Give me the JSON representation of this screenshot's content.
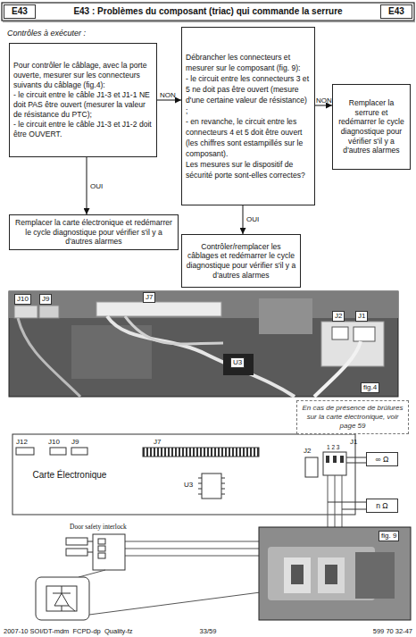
{
  "diagram": {
    "title": "E43 : Problèmes du composant (triac) qui commande la serrure",
    "nodes": [
      {
        "text": [
          "Pour contrôler le câblage, avec la porte ouverte, mesurer sur les connecteurs suivants du câblage (fig.4):",
          "- le circuit entre le câble J1-3 et J1-1 NE doit PAS être ouvert (mesurer la valeur de résistance du PTC);",
          "- le circuit entre le câble J1-3 et J1-2 doit être OUVERT."
        ]
      },
      {
        "text": [
          "Débrancher les connecteurs et mesurer sur le composant (fig. 9):",
          "- le circuit entre les connecteurs 3 et 5 ne doit pas être ouvert (mesure d'une certaine valeur de résistance) ;",
          "- en revanche, le circuit entre les connecteurs 4 et 5 doit être ouvert (les chiffres sont estampillés sur le composant).",
          "Les mesures sur le dispositif de sécurité porte sont-elles correctes?"
        ]
      },
      {
        "text": [
          "Remplacer la serrure et redémarrer le cycle diagnostique pour vérifier s'il y a d'autres alarmes"
        ]
      },
      {
        "text": [
          "Remplacer la carte électronique et redémarrer le cycle diagnostique pour vérifier s'il y a d'autres alarmes"
        ]
      },
      {
        "text": [
          "Contrôler/remplacer les câblages et redémarrer le cycle diagnostique pour vérifier s'il y a d'autres alarmes"
        ]
      },
      {
        "text": [
          "En cas de présence de brûlures sur la carte électronique, voir page 59"
        ]
      }
    ],
    "edges": [
      {
        "from": 0,
        "to": 1,
        "label": "NON",
        "arrow": "to"
      },
      {
        "from": 0,
        "to": 3,
        "label": "OUI",
        "arrow": "to"
      },
      {
        "from": 1,
        "to": 2,
        "label": "NON",
        "arrow": "to"
      },
      {
        "from": 1,
        "to": 4,
        "label": "OUI",
        "arrow": "to"
      }
    ],
    "labels": [
      "E43",
      "E43",
      "Contrôles à exécuter :",
      "J10",
      "J9",
      "J7",
      "J2",
      "J1",
      "U3",
      "fig.4",
      "J12",
      "J10",
      "J9",
      "J7",
      "J2",
      "1 2 3",
      "J1",
      "Carte Électronique",
      "U3",
      "∞ Ω",
      "n Ω",
      "Door safety interlock",
      "fig. 9",
      "2007-10 SOI/DT-mdm  FCPD-dp  Quality-fz",
      "33/59",
      "599 70 32-47"
    ]
  }
}
